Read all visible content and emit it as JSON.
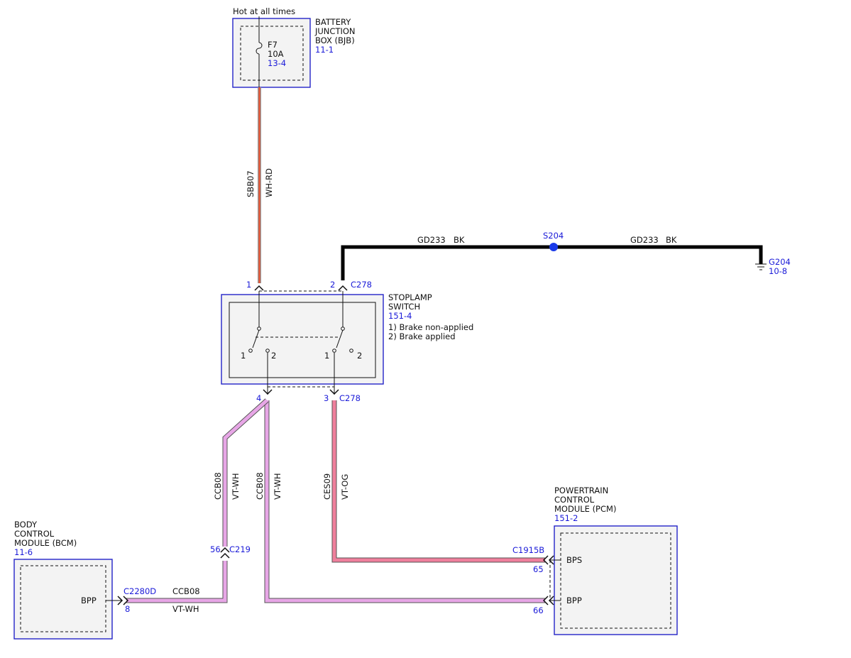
{
  "power_note": "Hot at all times",
  "bjb": {
    "name_lines": [
      "BATTERY",
      "JUNCTION",
      "BOX (BJB)"
    ],
    "ref": "11-1",
    "fuse_id": "F7",
    "fuse_rating": "10A",
    "fuse_ref": "13-4"
  },
  "stoplamp": {
    "name_lines": [
      "STOPLAMP",
      "SWITCH"
    ],
    "ref": "151-4",
    "notes": [
      "1) Brake non-applied",
      "2) Brake applied"
    ],
    "connector": "C278",
    "pins": {
      "p1": "1",
      "p2": "2",
      "p3": "3",
      "p4": "4"
    },
    "switch_positions": {
      "a1": "1",
      "a2": "2",
      "b1": "1",
      "b2": "2"
    }
  },
  "ground": {
    "splice": "S204",
    "ground_id": "G204",
    "ground_ref": "10-8",
    "circuit": "GD233",
    "color": "BK"
  },
  "wires": {
    "feed": {
      "circuit": "SBB07",
      "color": "WH-RD"
    },
    "bpp_left": {
      "circuit": "CCB08",
      "color": "VT-WH"
    },
    "bpp_right": {
      "circuit": "CCB08",
      "color": "VT-WH"
    },
    "bps": {
      "circuit": "CES09",
      "color": "VT-OG"
    },
    "bcm_run": {
      "circuit": "CCB08",
      "color": "VT-WH"
    }
  },
  "c219": {
    "connector": "C219",
    "pin": "56"
  },
  "bcm": {
    "name_lines": [
      "BODY",
      "CONTROL",
      "MODULE (BCM)"
    ],
    "ref": "11-6",
    "connector": "C2280D",
    "pin": "8",
    "signal": "BPP"
  },
  "pcm": {
    "name_lines": [
      "POWERTRAIN",
      "CONTROL",
      "MODULE (PCM)"
    ],
    "ref": "151-2",
    "connector": "C1915B",
    "pin_bps": "65",
    "pin_bpp": "66",
    "signal_bps": "BPS",
    "signal_bpp": "BPP"
  },
  "colors": {
    "module_border": "#2323c8",
    "module_fill": "#f3f3f3",
    "ref_text": "#1a1ad8",
    "wire_vt_wh": "#e7a6e6",
    "wire_vt_og": "#ef7f9c",
    "wire_wh_rd_a": "#e8502e",
    "wire_wh_rd_b": "#9a9a9a",
    "ground_wire": "#000000",
    "splice": "#1a3ae8"
  }
}
